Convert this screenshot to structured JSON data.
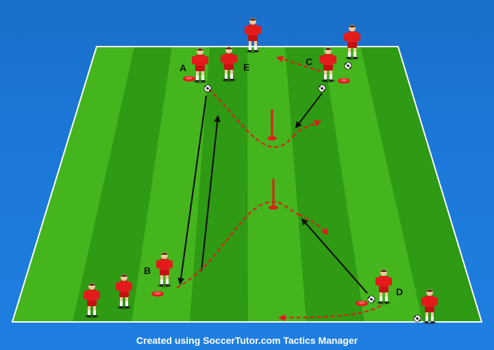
{
  "diagram": {
    "labels": {
      "a": "A",
      "b": "B",
      "c": "C",
      "d": "D",
      "e": "E"
    },
    "colors": {
      "background": "#1c78d8",
      "pitch_light": "#45b51e",
      "pitch_dark": "#2f9a13",
      "players": "#e31b1b",
      "pass_arrow": "#111111",
      "run_arrow": "#e31b1b",
      "cones": "#e31b1b"
    },
    "footer": "Created using SoccerTutor.com Tactics Manager"
  }
}
